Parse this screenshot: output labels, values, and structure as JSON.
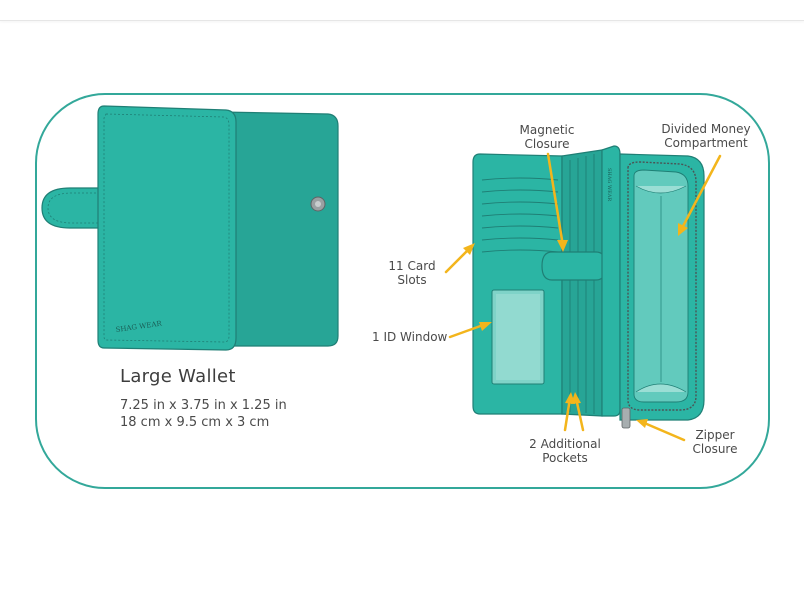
{
  "product": {
    "title": "Large Wallet",
    "dimensions_in": "7.25 in x 3.75 in x 1.25 in",
    "dimensions_cm": "18 cm x  9.5 cm x 3 cm",
    "brand_mark": "SHAG WEAR"
  },
  "callouts": {
    "magnetic_closure": "Magnetic\nClosure",
    "divided_money": "Divided Money\nCompartment",
    "card_slots": "11 Card\nSlots",
    "id_window": "1 ID Window",
    "additional_pockets": "2 Additional\nPockets",
    "zipper_closure": "Zipper\nClosure"
  },
  "colors": {
    "frame": "#33a89a",
    "wallet": "#2bb5a4",
    "wallet_dark": "#1f8f83",
    "interior": "#62cabd",
    "arrow": "#f3b51c"
  }
}
